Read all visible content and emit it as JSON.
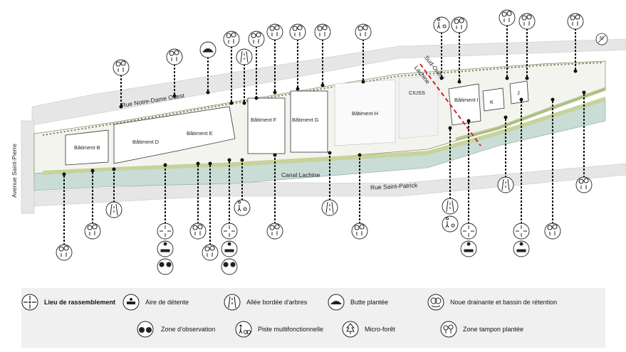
{
  "streets": {
    "notre_dame": "Rue Notre-Dame Ouest",
    "saint_patrick": "Rue Saint-Patrick",
    "saint_pierre": "Avenue Saint-Pierre",
    "canal": "Canal Lachine",
    "boundary_top": "Sud-Ouest",
    "boundary_bottom": "Lachine"
  },
  "buildings": {
    "b": "Bâtiment B",
    "d": "Bâtiment D",
    "e": "Bâtiment E",
    "f": "Bâtiment F",
    "g": "Bâtiment G",
    "h": "Bâtiment H",
    "cius": "CIUSS",
    "i": "Bâtiment I",
    "j": "J",
    "k": "K"
  },
  "north": "N",
  "legend": {
    "gathering": "Lieu de rassemblement",
    "relax": "Aire de détente",
    "alley": "Allée bordée d'arbres",
    "mound": "Butte plantée",
    "swale": "Noue drainante et bassin de rétention",
    "observation": "Zone d'observation",
    "multiuse": "Piste multifonctionnelle",
    "microforest": "Micro-forêt",
    "buffer": "Zone tampon plantée"
  },
  "colors": {
    "water": "#c9dcd6",
    "green": "#dfe8c8",
    "road": "#e2e2e2",
    "boundary": "#d2232a",
    "building_line": "#333333"
  }
}
